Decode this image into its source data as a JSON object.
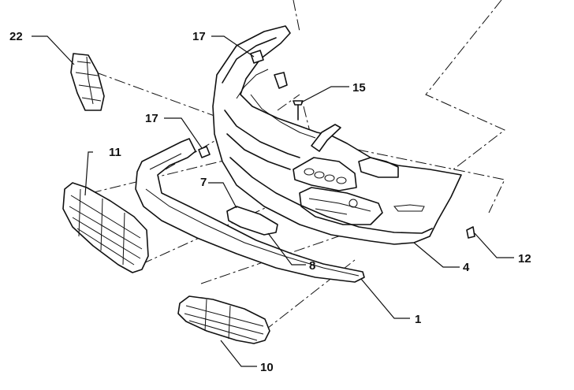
{
  "callouts": {
    "c22": "22",
    "c17a": "17",
    "c17b": "17",
    "c15": "15",
    "c11": "11",
    "c7": "7",
    "c8": "8",
    "c4": "4",
    "c12": "12",
    "c1": "1",
    "c10": "10"
  }
}
